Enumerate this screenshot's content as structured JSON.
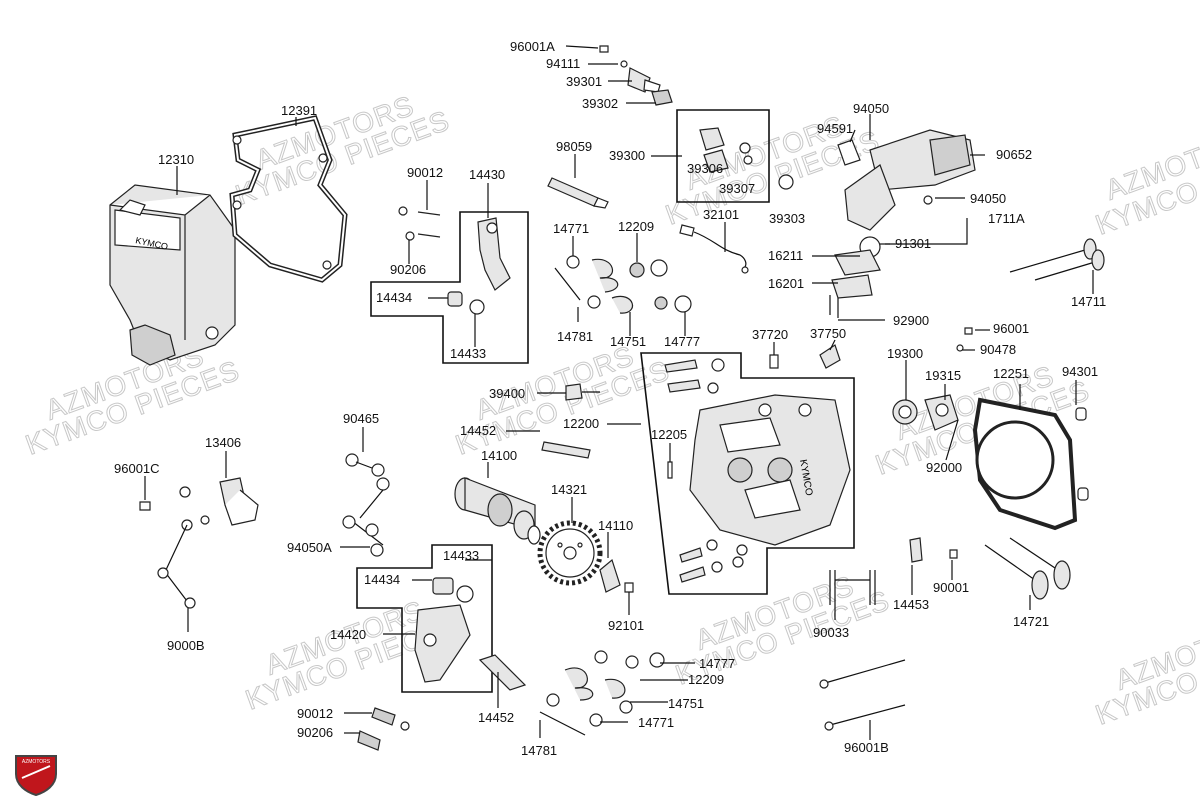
{
  "watermark": {
    "line1": "AZMOTORS",
    "line2": "KYMCO PIECES"
  },
  "brand_on_cover": "KYMCO",
  "brand_on_head": "KYMCO",
  "logo_text": "AZMOTORS",
  "labels": {
    "p96001A": "96001A",
    "p94111": "94111",
    "p39301": "39301",
    "p39302": "39302",
    "p39300": "39300",
    "p39306": "39306",
    "p39307": "39307",
    "p39303": "39303",
    "p94050a": "94050",
    "p94591": "94591",
    "p90652": "90652",
    "p94050b": "94050",
    "p1711A": "1711A",
    "p91301": "91301",
    "p16211": "16211",
    "p16201": "16201",
    "p92900": "92900",
    "p14711": "14711",
    "p12391": "12391",
    "p12310": "12310",
    "p98059": "98059",
    "p90012a": "90012",
    "p14430": "14430",
    "p90206a": "90206",
    "p14434a": "14434",
    "p14433a": "14433",
    "p14771a": "14771",
    "p12209a": "12209",
    "p32101": "32101",
    "p14781a": "14781",
    "p14751a": "14751",
    "p14777a": "14777",
    "p37720": "37720",
    "p37750": "37750",
    "p96001": "96001",
    "p90478": "90478",
    "p19300": "19300",
    "p19315": "19315",
    "p12251": "12251",
    "p94301": "94301",
    "p92000": "92000",
    "p39400": "39400",
    "p12200": "12200",
    "p14452a": "14452",
    "p12205": "12205",
    "p14100": "14100",
    "p14321": "14321",
    "p14110": "14110",
    "p92101": "92101",
    "p90465": "90465",
    "p13406": "13406",
    "p96001C": "96001C",
    "p94050A": "94050A",
    "p9000B": "9000B",
    "p14433b": "14433",
    "p14434b": "14434",
    "p14420": "14420",
    "p14452b": "14452",
    "p90012b": "90012",
    "p90206b": "90206",
    "p14781b": "14781",
    "p14777b": "14777",
    "p12209b": "12209",
    "p14751b": "14751",
    "p14771b": "14771",
    "p14453": "14453",
    "p90001": "90001",
    "p90033": "90033",
    "p14721": "14721",
    "p96001B": "96001B"
  }
}
